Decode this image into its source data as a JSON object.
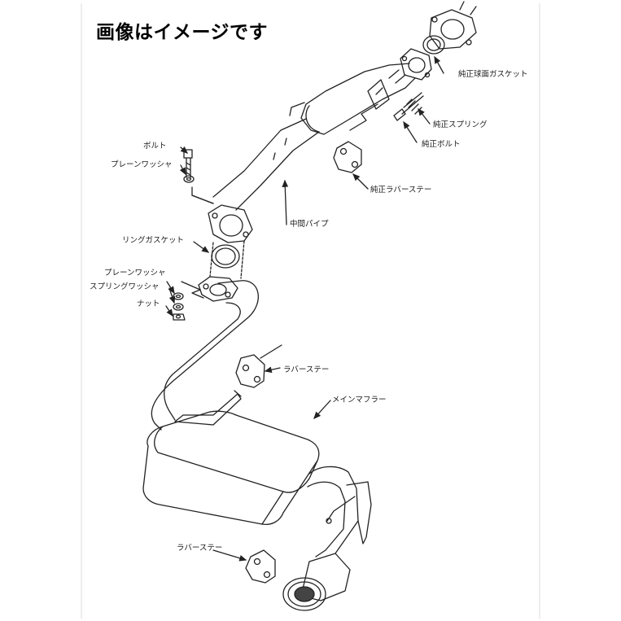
{
  "headline": "画像はイメージです",
  "labels": {
    "genuine_ball_gasket": "純正球面ガスケット",
    "genuine_spring": "純正スプリング",
    "genuine_bolt": "純正ボルト",
    "genuine_rubber_stay": "純正ラバーステー",
    "bolt": "ボルト",
    "plain_washer_top": "プレーンワッシャ",
    "middle_pipe": "中間パイプ",
    "ring_gasket": "リングガスケット",
    "plain_washer_mid": "プレーンワッシャ",
    "spring_washer": "スプリングワッシャ",
    "nut": "ナット",
    "rubber_stay_mid": "ラバーステー",
    "main_muffler": "メインマフラー",
    "rubber_stay_bottom": "ラバーステー"
  }
}
